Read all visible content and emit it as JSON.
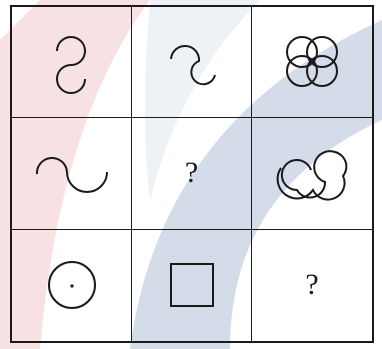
{
  "puzzle": {
    "cells": [
      {
        "id": "r1c1",
        "figure": "s-curve-icon"
      },
      {
        "id": "r1c2",
        "figure": "reversed-s-curve-icon"
      },
      {
        "id": "r1c3",
        "figure": "four-circle-clover-icon"
      },
      {
        "id": "r2c1",
        "figure": "wave-curve-icon"
      },
      {
        "id": "r2c2",
        "text": "?"
      },
      {
        "id": "r2c3",
        "figure": "twin-loop-icon"
      },
      {
        "id": "r3c1",
        "figure": "circle-with-dot-icon"
      },
      {
        "id": "r3c2",
        "figure": "square-icon"
      },
      {
        "id": "r3c3",
        "text": "?"
      }
    ],
    "colors": {
      "line": "#1a1a1a",
      "watermark_red": "#f4c9cc",
      "watermark_blue": "#c9d3e4"
    }
  }
}
